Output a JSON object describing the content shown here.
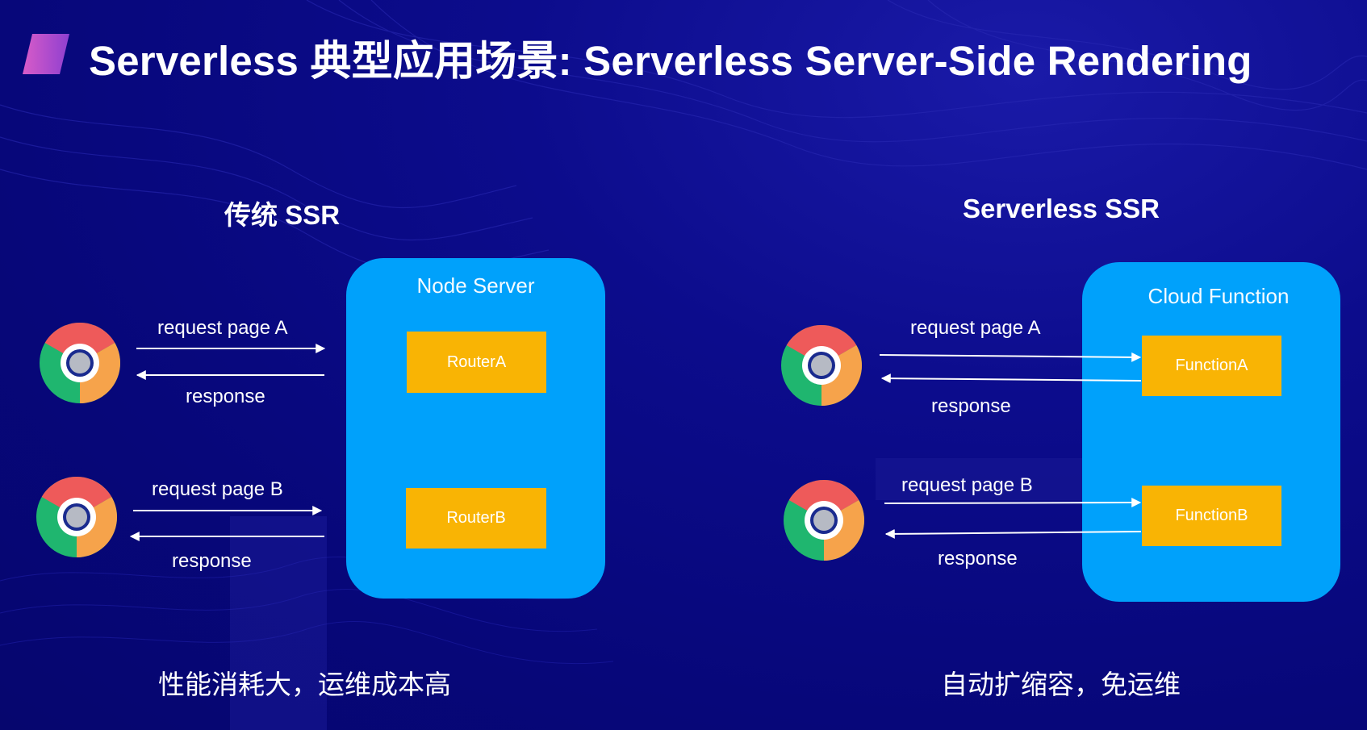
{
  "title": "Serverless 典型应用场景: Serverless Server-Side Rendering",
  "colors": {
    "background": "#0b0b88",
    "box": "#00a1fb",
    "router": "#f9b404",
    "accent_mark": "#c54fc9"
  },
  "left": {
    "heading": "传统 SSR",
    "server_label": "Node Server",
    "router_a": "RouterA",
    "router_b": "RouterB",
    "request_a": "request  page A",
    "response_a": "response",
    "request_b": "request  page B",
    "response_b": "response",
    "caption": "性能消耗大，运维成本高"
  },
  "right": {
    "heading": "Serverless SSR",
    "server_label": "Cloud Function",
    "function_a": "FunctionA",
    "function_b": "FunctionB",
    "request_a": "request  page A",
    "response_a": "response",
    "request_b": "request  page B",
    "response_b": "response",
    "caption": "自动扩缩容，免运维"
  },
  "icons": [
    "chrome-icon",
    "arrow-right-icon",
    "arrow-left-icon"
  ]
}
